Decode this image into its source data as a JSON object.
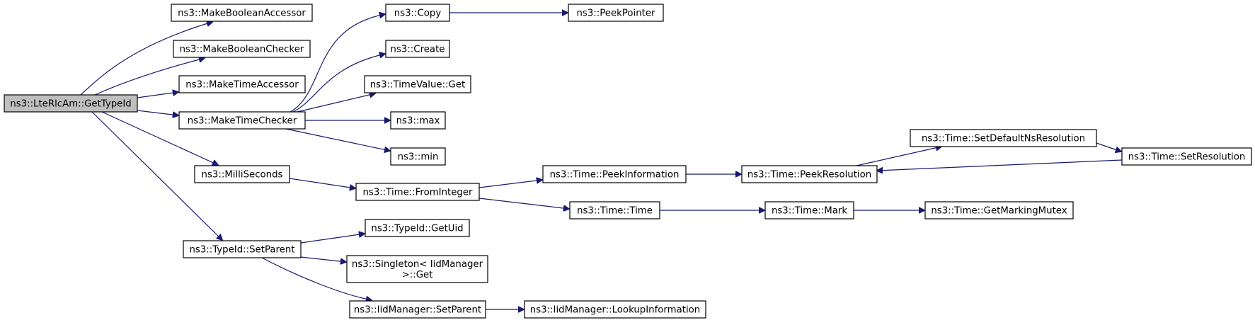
{
  "graph": {
    "type": "call-graph",
    "nodes": [
      {
        "id": "getTypeId",
        "lines": [
          "ns3::LteRlcAm::GetTypeId"
        ],
        "highlighted": true
      },
      {
        "id": "makeBoolAcc",
        "lines": [
          "ns3::MakeBooleanAccessor"
        ]
      },
      {
        "id": "makeBoolChk",
        "lines": [
          "ns3::MakeBooleanChecker"
        ]
      },
      {
        "id": "makeTimeAcc",
        "lines": [
          "ns3::MakeTimeAccessor"
        ]
      },
      {
        "id": "makeTimeChk",
        "lines": [
          "ns3::MakeTimeChecker"
        ]
      },
      {
        "id": "milli",
        "lines": [
          "ns3::MilliSeconds"
        ]
      },
      {
        "id": "setParent",
        "lines": [
          "ns3::TypeId::SetParent"
        ]
      },
      {
        "id": "copy",
        "lines": [
          "ns3::Copy"
        ]
      },
      {
        "id": "peekPtr",
        "lines": [
          "ns3::PeekPointer"
        ]
      },
      {
        "id": "create",
        "lines": [
          "ns3::Create"
        ]
      },
      {
        "id": "tvGet",
        "lines": [
          "ns3::TimeValue::Get"
        ]
      },
      {
        "id": "max",
        "lines": [
          "ns3::max"
        ]
      },
      {
        "id": "min",
        "lines": [
          "ns3::min"
        ]
      },
      {
        "id": "fromInt",
        "lines": [
          "ns3::Time::FromInteger"
        ]
      },
      {
        "id": "peekInfo",
        "lines": [
          "ns3::Time::PeekInformation"
        ]
      },
      {
        "id": "timeTime",
        "lines": [
          "ns3::Time::Time"
        ]
      },
      {
        "id": "peekRes",
        "lines": [
          "ns3::Time::PeekResolution"
        ]
      },
      {
        "id": "setDefNs",
        "lines": [
          "ns3::Time::SetDefaultNsResolution"
        ]
      },
      {
        "id": "setRes",
        "lines": [
          "ns3::Time::SetResolution"
        ]
      },
      {
        "id": "mark",
        "lines": [
          "ns3::Time::Mark"
        ]
      },
      {
        "id": "getMarkMutex",
        "lines": [
          "ns3::Time::GetMarkingMutex"
        ]
      },
      {
        "id": "getUid",
        "lines": [
          "ns3::TypeId::GetUid"
        ]
      },
      {
        "id": "singletonGet",
        "lines": [
          "ns3::Singleton< IidManager",
          ">::Get"
        ]
      },
      {
        "id": "iidSetParent",
        "lines": [
          "ns3::IidManager::SetParent"
        ]
      },
      {
        "id": "iidLookup",
        "lines": [
          "ns3::IidManager::LookupInformation"
        ]
      }
    ],
    "edges": [
      {
        "from": "getTypeId",
        "to": "makeBoolAcc"
      },
      {
        "from": "getTypeId",
        "to": "makeBoolChk"
      },
      {
        "from": "getTypeId",
        "to": "makeTimeAcc"
      },
      {
        "from": "getTypeId",
        "to": "makeTimeChk"
      },
      {
        "from": "getTypeId",
        "to": "milli"
      },
      {
        "from": "getTypeId",
        "to": "setParent"
      },
      {
        "from": "makeTimeChk",
        "to": "copy"
      },
      {
        "from": "makeTimeChk",
        "to": "create"
      },
      {
        "from": "makeTimeChk",
        "to": "tvGet"
      },
      {
        "from": "makeTimeChk",
        "to": "max"
      },
      {
        "from": "makeTimeChk",
        "to": "min"
      },
      {
        "from": "copy",
        "to": "peekPtr"
      },
      {
        "from": "milli",
        "to": "fromInt"
      },
      {
        "from": "fromInt",
        "to": "peekInfo"
      },
      {
        "from": "fromInt",
        "to": "timeTime"
      },
      {
        "from": "peekInfo",
        "to": "peekRes"
      },
      {
        "from": "peekRes",
        "to": "setDefNs"
      },
      {
        "from": "setDefNs",
        "to": "setRes"
      },
      {
        "from": "setRes",
        "to": "peekRes"
      },
      {
        "from": "timeTime",
        "to": "mark"
      },
      {
        "from": "mark",
        "to": "getMarkMutex"
      },
      {
        "from": "setParent",
        "to": "getUid"
      },
      {
        "from": "setParent",
        "to": "singletonGet"
      },
      {
        "from": "setParent",
        "to": "iidSetParent"
      },
      {
        "from": "iidSetParent",
        "to": "iidLookup"
      }
    ],
    "colors": {
      "edge": "#191970",
      "root_fill": "#bfbfbf",
      "node_border": "#000000"
    }
  }
}
